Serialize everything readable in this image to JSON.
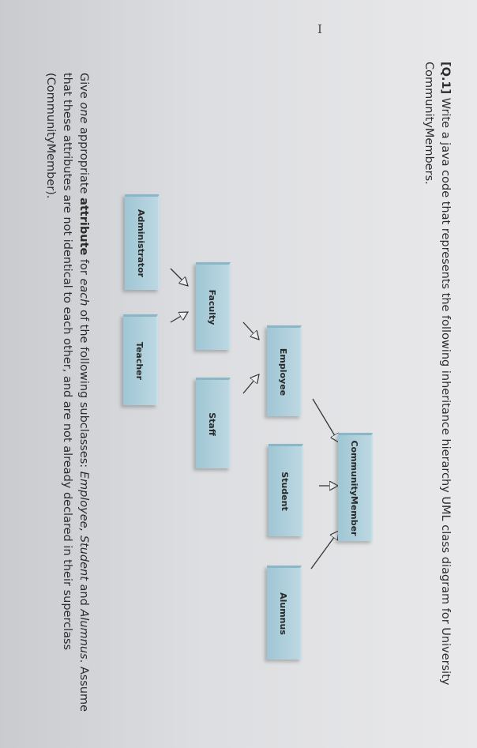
{
  "question": {
    "number": "[Q.1]",
    "title_text": "Write a java code that represents the following inheritance hierarchy UML class diagram for University CommunityMembers.",
    "body_part1": "Give ",
    "body_one": "one",
    "body_part2": " appropriate ",
    "body_attribute": "attribute",
    "body_part3": " for ",
    "body_each": "each",
    "body_part4": " of the following subclasses: ",
    "body_classes": "Employee, Student",
    "body_and": " and ",
    "body_alumnus": "Alumnus",
    "body_part5": ". Assume that these attributes are not identical to each other, and are not already declared in their superclass (CommunityMember)."
  },
  "diagram": {
    "classes": {
      "community_member": "CommunityMember",
      "employee": "Employee",
      "student": "Student",
      "alumnus": "Alumnus",
      "faculty": "Faculty",
      "staff": "Staff",
      "administrator": "Administrator",
      "teacher": "Teacher"
    },
    "colors": {
      "box_fill": "#a9cdda",
      "box_border": "#8bb6c6",
      "text": "#2b2b2b"
    }
  },
  "cursor_glyph": "I"
}
